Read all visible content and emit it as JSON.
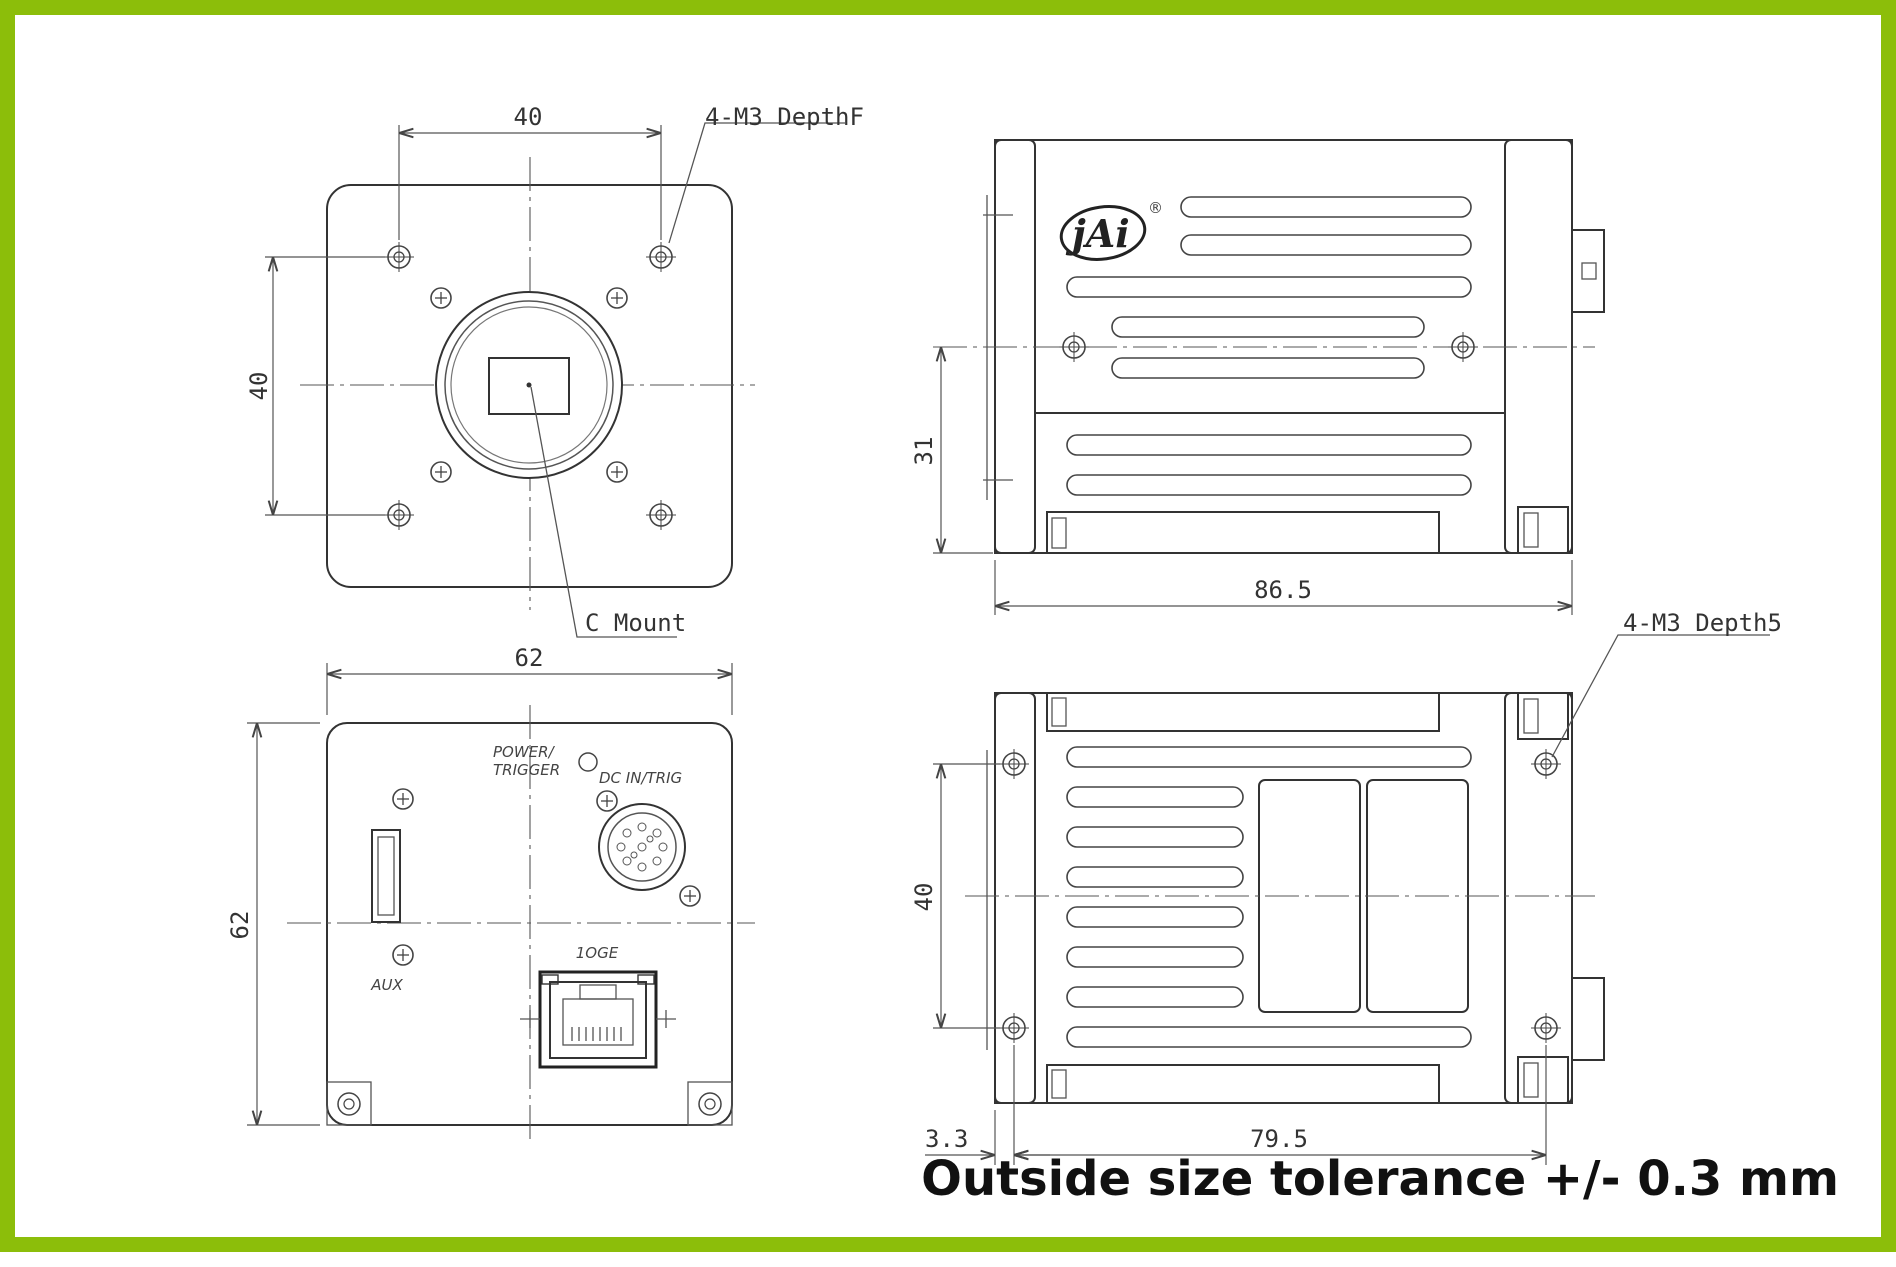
{
  "dimensions": {
    "front_width_top": "40",
    "front_height_left": "40",
    "front_thread_note": "4-M3 DepthF",
    "front_mount_note": "C Mount",
    "rear_width": "62",
    "rear_height": "62",
    "side_top_height": "31",
    "side_top_length": "86.5",
    "side_bottom_thread_note": "4-M3 Depth5",
    "side_bottom_height": "40",
    "side_bottom_offset": "3.3",
    "side_bottom_length": "79.5"
  },
  "rear_labels": {
    "power": "POWER/",
    "trigger": "TRIGGER",
    "dc_in": "DC IN/TRIG",
    "aux": "AUX",
    "ethernet": "1OGE"
  },
  "logo": {
    "text": "jAi",
    "mark": "®"
  },
  "tolerance_note": "Outside size tolerance +/- 0.3 mm",
  "colors": {
    "border": "#8cbe0a",
    "line": "#333333"
  }
}
